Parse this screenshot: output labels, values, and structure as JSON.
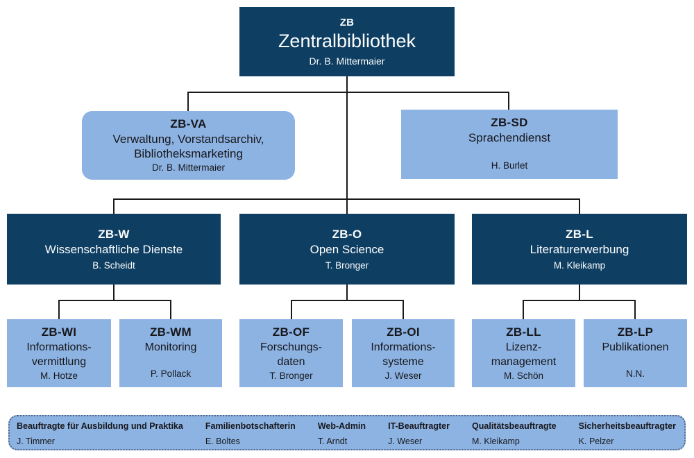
{
  "root": {
    "code": "ZB",
    "title": "Zentralbibliothek",
    "person": "Dr. B. Mittermaier"
  },
  "level2": [
    {
      "code": "ZB-VA",
      "title": "Verwaltung, Vorstandsarchiv,\nBibliotheksmarketing",
      "person": "Dr. B. Mittermaier"
    },
    {
      "code": "ZB-SD",
      "title": "Sprachendienst",
      "person": "H. Burlet"
    }
  ],
  "level3": [
    {
      "code": "ZB-W",
      "title": "Wissenschaftliche Dienste",
      "person": "B. Scheidt"
    },
    {
      "code": "ZB-O",
      "title": "Open Science",
      "person": "T. Bronger"
    },
    {
      "code": "ZB-L",
      "title": "Literaturerwerbung",
      "person": "M. Kleikamp"
    }
  ],
  "level4": [
    {
      "code": "ZB-WI",
      "title": "Informations-\nvermittlung",
      "person": "M. Hotze"
    },
    {
      "code": "ZB-WM",
      "title": "Monitoring",
      "person": "P. Pollack"
    },
    {
      "code": "ZB-OF",
      "title": "Forschungs-\ndaten",
      "person": "T. Bronger"
    },
    {
      "code": "ZB-OI",
      "title": "Informations-\nsysteme",
      "person": "J. Weser"
    },
    {
      "code": "ZB-LL",
      "title": "Lizenz-\nmanagement",
      "person": "M. Schön"
    },
    {
      "code": "ZB-LP",
      "title": "Publikationen",
      "person": "N.N."
    }
  ],
  "officers": [
    {
      "role": "Beauftragte für Ausbildung und Praktika",
      "person": "J. Timmer"
    },
    {
      "role": "Familienbotschafterin",
      "person": "E. Boltes"
    },
    {
      "role": "Web-Admin",
      "person": "T. Arndt"
    },
    {
      "role": "IT-Beauftragter",
      "person": "J. Weser"
    },
    {
      "role": "Qualitätsbeauftragte",
      "person": "M. Kleikamp"
    },
    {
      "role": "Sicherheitsbeauftragter",
      "person": "K. Pelzer"
    }
  ],
  "colors": {
    "navy_box": "#0e3e62",
    "light_blue_box": "#8db3e2",
    "connector_line": "#1a1a1a",
    "text_on_navy": "#fbfdfd",
    "text_on_blue": "#17171c",
    "officers_border": "#4d6487"
  }
}
